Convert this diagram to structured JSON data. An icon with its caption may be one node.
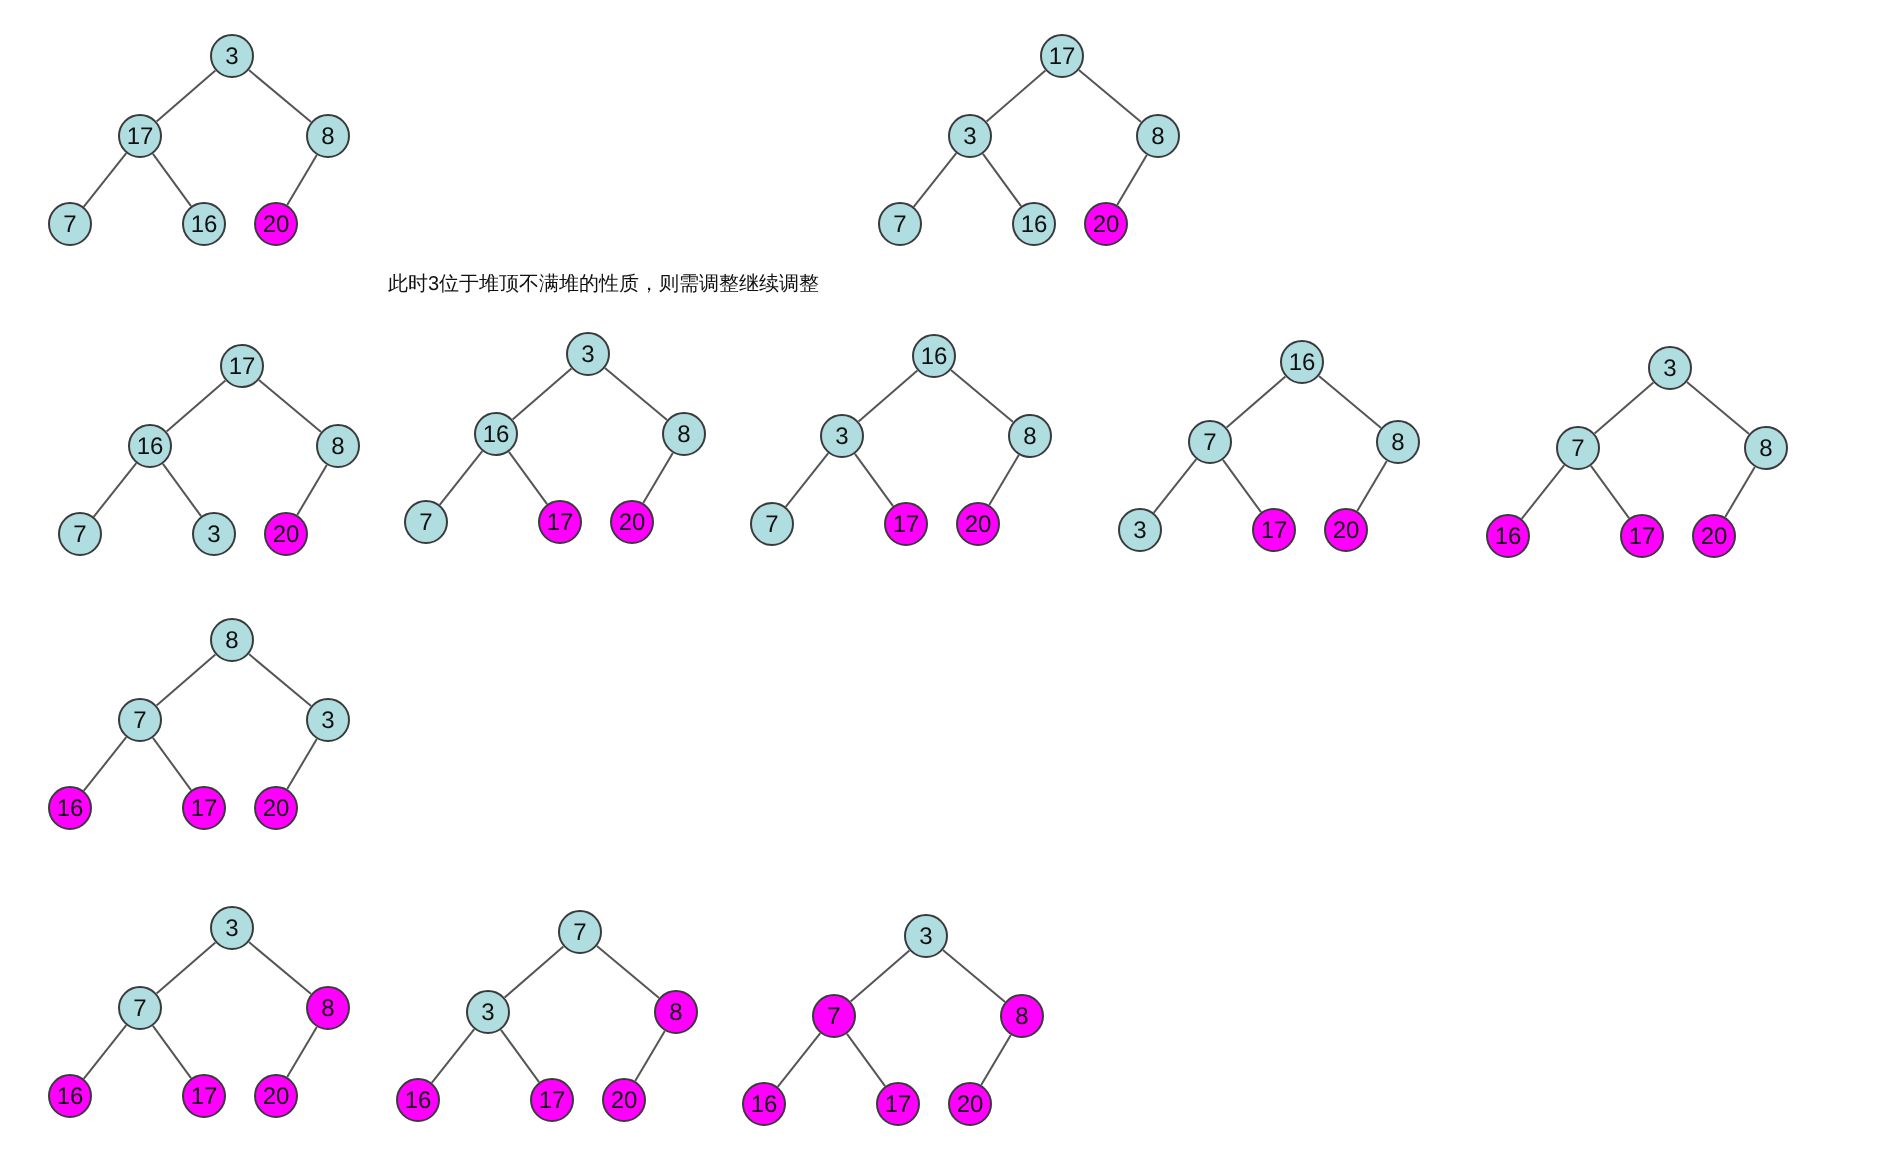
{
  "diagram": {
    "nodes": [
      {
        "text": [
          "3"
        ]
      },
      {
        "text": [
          "17"
        ]
      },
      {
        "text": [
          "8"
        ]
      },
      {
        "text": [
          "7"
        ]
      },
      {
        "text": [
          "16"
        ]
      },
      {
        "text": [
          "20"
        ]
      },
      {
        "text": [
          "17"
        ]
      },
      {
        "text": [
          "3"
        ]
      },
      {
        "text": [
          "8"
        ]
      },
      {
        "text": [
          "7"
        ]
      },
      {
        "text": [
          "16"
        ]
      },
      {
        "text": [
          "20"
        ]
      },
      {
        "text": [
          "17"
        ]
      },
      {
        "text": [
          "16"
        ]
      },
      {
        "text": [
          "8"
        ]
      },
      {
        "text": [
          "7"
        ]
      },
      {
        "text": [
          "3"
        ]
      },
      {
        "text": [
          "20"
        ]
      },
      {
        "text": [
          "3"
        ]
      },
      {
        "text": [
          "16"
        ]
      },
      {
        "text": [
          "8"
        ]
      },
      {
        "text": [
          "7"
        ]
      },
      {
        "text": [
          "17"
        ]
      },
      {
        "text": [
          "20"
        ]
      },
      {
        "text": [
          "16"
        ]
      },
      {
        "text": [
          "3"
        ]
      },
      {
        "text": [
          "8"
        ]
      },
      {
        "text": [
          "7"
        ]
      },
      {
        "text": [
          "17"
        ]
      },
      {
        "text": [
          "20"
        ]
      },
      {
        "text": [
          "16"
        ]
      },
      {
        "text": [
          "7"
        ]
      },
      {
        "text": [
          "8"
        ]
      },
      {
        "text": [
          "3"
        ]
      },
      {
        "text": [
          "17"
        ]
      },
      {
        "text": [
          "20"
        ]
      },
      {
        "text": [
          "3"
        ]
      },
      {
        "text": [
          "7"
        ]
      },
      {
        "text": [
          "8"
        ]
      },
      {
        "text": [
          "16"
        ]
      },
      {
        "text": [
          "17"
        ]
      },
      {
        "text": [
          "20"
        ]
      },
      {
        "text": [
          "8"
        ]
      },
      {
        "text": [
          "7"
        ]
      },
      {
        "text": [
          "3"
        ]
      },
      {
        "text": [
          "16"
        ]
      },
      {
        "text": [
          "17"
        ]
      },
      {
        "text": [
          "20"
        ]
      },
      {
        "text": [
          "3"
        ]
      },
      {
        "text": [
          "7"
        ]
      },
      {
        "text": [
          "8"
        ]
      },
      {
        "text": [
          "16"
        ]
      },
      {
        "text": [
          "17"
        ]
      },
      {
        "text": [
          "20"
        ]
      },
      {
        "text": [
          "7"
        ]
      },
      {
        "text": [
          "3"
        ]
      },
      {
        "text": [
          "8"
        ]
      },
      {
        "text": [
          "16"
        ]
      },
      {
        "text": [
          "17"
        ]
      },
      {
        "text": [
          "20"
        ]
      },
      {
        "text": [
          "3"
        ]
      },
      {
        "text": [
          "7"
        ]
      },
      {
        "text": [
          "8"
        ]
      },
      {
        "text": [
          "16"
        ]
      },
      {
        "text": [
          "17"
        ]
      },
      {
        "text": [
          "20"
        ]
      }
    ],
    "edges": [
      {
        "from": 0,
        "to": 1,
        "arrow": "none"
      },
      {
        "from": 0,
        "to": 2,
        "arrow": "none"
      },
      {
        "from": 1,
        "to": 3,
        "arrow": "none"
      },
      {
        "from": 1,
        "to": 4,
        "arrow": "none"
      },
      {
        "from": 2,
        "to": 5,
        "arrow": "none"
      },
      {
        "from": 6,
        "to": 7,
        "arrow": "none"
      },
      {
        "from": 6,
        "to": 8,
        "arrow": "none"
      },
      {
        "from": 7,
        "to": 9,
        "arrow": "none"
      },
      {
        "from": 7,
        "to": 10,
        "arrow": "none"
      },
      {
        "from": 8,
        "to": 11,
        "arrow": "none"
      },
      {
        "from": 12,
        "to": 13,
        "arrow": "none"
      },
      {
        "from": 12,
        "to": 14,
        "arrow": "none"
      },
      {
        "from": 13,
        "to": 15,
        "arrow": "none"
      },
      {
        "from": 13,
        "to": 16,
        "arrow": "none"
      },
      {
        "from": 14,
        "to": 17,
        "arrow": "none"
      },
      {
        "from": 18,
        "to": 19,
        "arrow": "none"
      },
      {
        "from": 18,
        "to": 20,
        "arrow": "none"
      },
      {
        "from": 19,
        "to": 21,
        "arrow": "none"
      },
      {
        "from": 19,
        "to": 22,
        "arrow": "none"
      },
      {
        "from": 20,
        "to": 23,
        "arrow": "none"
      },
      {
        "from": 24,
        "to": 25,
        "arrow": "none"
      },
      {
        "from": 24,
        "to": 26,
        "arrow": "none"
      },
      {
        "from": 25,
        "to": 27,
        "arrow": "none"
      },
      {
        "from": 25,
        "to": 28,
        "arrow": "none"
      },
      {
        "from": 26,
        "to": 29,
        "arrow": "none"
      },
      {
        "from": 30,
        "to": 31,
        "arrow": "none"
      },
      {
        "from": 30,
        "to": 32,
        "arrow": "none"
      },
      {
        "from": 31,
        "to": 33,
        "arrow": "none"
      },
      {
        "from": 31,
        "to": 34,
        "arrow": "none"
      },
      {
        "from": 32,
        "to": 35,
        "arrow": "none"
      },
      {
        "from": 36,
        "to": 37,
        "arrow": "none"
      },
      {
        "from": 36,
        "to": 38,
        "arrow": "none"
      },
      {
        "from": 37,
        "to": 39,
        "arrow": "none"
      },
      {
        "from": 37,
        "to": 40,
        "arrow": "none"
      },
      {
        "from": 38,
        "to": 41,
        "arrow": "none"
      },
      {
        "from": 42,
        "to": 43,
        "arrow": "none"
      },
      {
        "from": 42,
        "to": 44,
        "arrow": "none"
      },
      {
        "from": 43,
        "to": 45,
        "arrow": "none"
      },
      {
        "from": 43,
        "to": 46,
        "arrow": "none"
      },
      {
        "from": 44,
        "to": 47,
        "arrow": "none"
      },
      {
        "from": 48,
        "to": 49,
        "arrow": "none"
      },
      {
        "from": 48,
        "to": 50,
        "arrow": "none"
      },
      {
        "from": 49,
        "to": 51,
        "arrow": "none"
      },
      {
        "from": 49,
        "to": 52,
        "arrow": "none"
      },
      {
        "from": 50,
        "to": 53,
        "arrow": "none"
      },
      {
        "from": 54,
        "to": 55,
        "arrow": "none"
      },
      {
        "from": 54,
        "to": 56,
        "arrow": "none"
      },
      {
        "from": 55,
        "to": 57,
        "arrow": "none"
      },
      {
        "from": 55,
        "to": 58,
        "arrow": "none"
      },
      {
        "from": 56,
        "to": 59,
        "arrow": "none"
      },
      {
        "from": 60,
        "to": 61,
        "arrow": "none"
      },
      {
        "from": 60,
        "to": 62,
        "arrow": "none"
      },
      {
        "from": 61,
        "to": 63,
        "arrow": "none"
      },
      {
        "from": 61,
        "to": 64,
        "arrow": "none"
      },
      {
        "from": 62,
        "to": 65,
        "arrow": "none"
      }
    ],
    "labels": [
      "此时3位于堆顶不满堆的性质，则需调整继续调整"
    ]
  }
}
